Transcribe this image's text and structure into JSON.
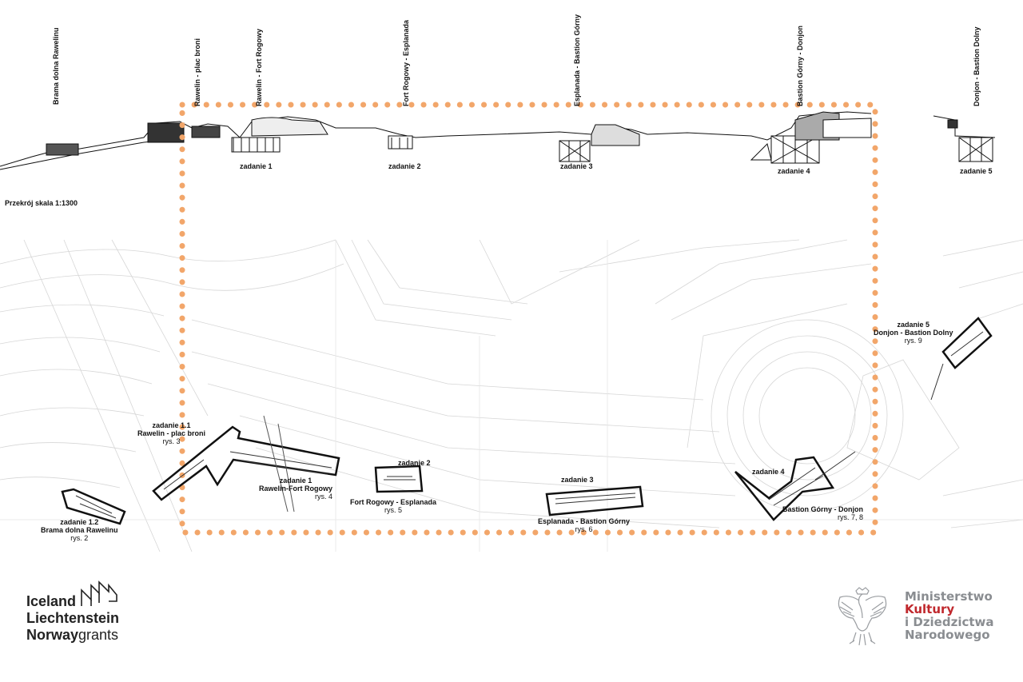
{
  "section": {
    "top_labels": [
      "Brama dolna Rawelinu",
      "Rawelin - plac broni",
      "Rawelin - Fort Rogowy",
      "Fort Rogowy - Esplanada",
      "Esplanada - Bastion Górny",
      "Bastion Górny - Donjon",
      "Donjon - Bastion Dolny"
    ],
    "task_labels": [
      "zadanie 1",
      "zadanie 2",
      "zadanie 3",
      "zadanie 4",
      "zadanie 5"
    ],
    "scale_note": "Przekrój   skala 1:1300"
  },
  "plan": {
    "z11": {
      "title": "zadanie 1.1",
      "name": "Rawelin - plac broni",
      "fig": "rys. 3"
    },
    "z12": {
      "title": "zadanie 1.2",
      "name": "Brama dolna Rawelinu",
      "fig": "rys. 2"
    },
    "z1": {
      "title": "zadanie 1",
      "name": "Rawelin-Fort Rogowy",
      "fig": "rys. 4"
    },
    "z2": {
      "title": "zadanie 2",
      "name": "Fort Rogowy - Esplanada",
      "fig": "rys. 5"
    },
    "z3": {
      "title": "zadanie 3",
      "name": "Esplanada - Bastion Górny",
      "fig": "rys. 6"
    },
    "z4": {
      "title": "zadanie 4",
      "name": "Bastion Górny - Donjon",
      "fig": "rys. 7, 8"
    },
    "z5": {
      "title": "zadanie 5",
      "name": "Donjon - Bastion Dolny",
      "fig": "rys. 9"
    }
  },
  "footer": {
    "grants_line1": "Iceland",
    "grants_line2": "Liechtenstein",
    "grants_line3a": "Norway",
    "grants_line3b": "grants",
    "ministry_line1": "Ministerstwo",
    "ministry_line2": "Kultury",
    "ministry_line3": "i Dziedzictwa",
    "ministry_line4": "Narodowego"
  },
  "colors": {
    "highlight_dots": "#f2a66a",
    "lines": "#111111",
    "plan_lines": "#cfcfcf",
    "ministry_grey": "#8a8d91",
    "ministry_red": "#c0282d"
  },
  "icons": [
    "eea-grants-logo-icon",
    "polish-eagle-emblem-icon"
  ]
}
